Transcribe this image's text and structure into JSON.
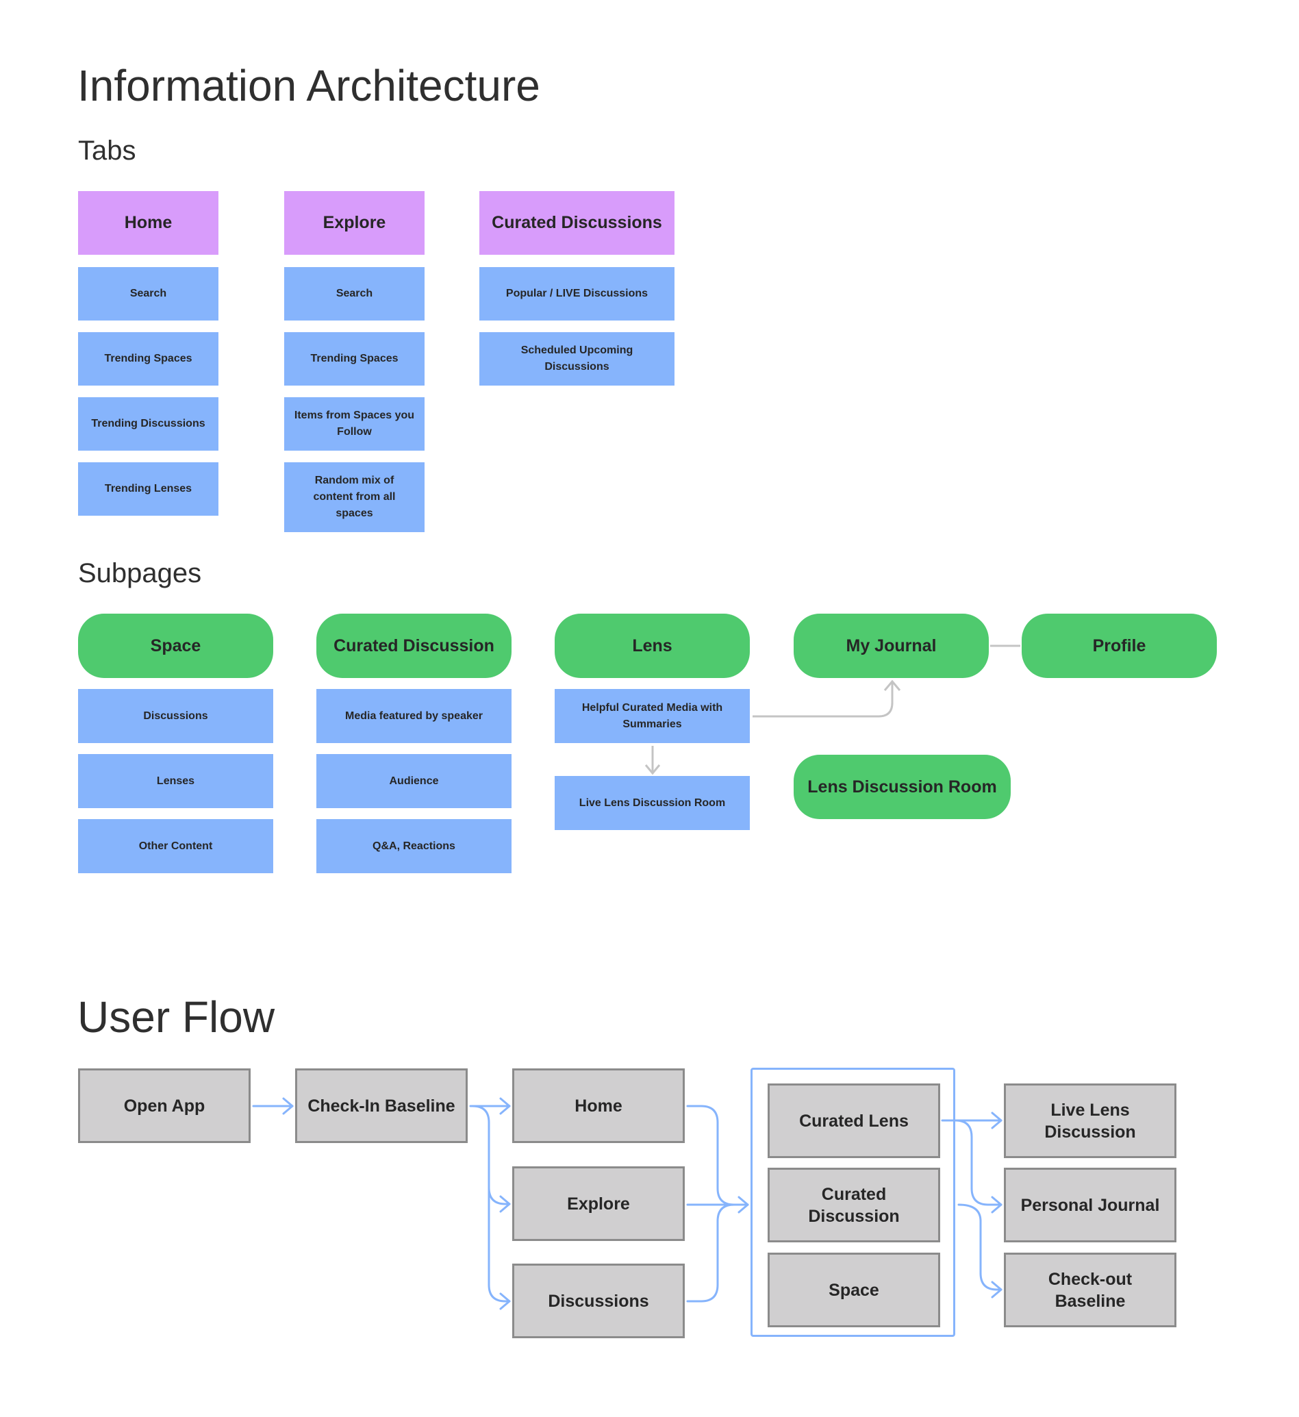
{
  "info_architecture": {
    "title": "Information Architecture",
    "tabs_heading": "Tabs",
    "tabs": [
      {
        "label": "Home",
        "items": [
          "Search",
          "Trending Spaces",
          "Trending Discussions",
          "Trending Lenses"
        ]
      },
      {
        "label": "Explore",
        "items": [
          "Search",
          "Trending Spaces",
          "Items from Spaces you Follow",
          "Random mix of content from all spaces"
        ]
      },
      {
        "label": "Curated Discussions",
        "items": [
          "Popular / LIVE Discussions",
          "Scheduled Upcoming Discussions"
        ]
      }
    ],
    "subpages_heading": "Subpages",
    "subpages": [
      {
        "label": "Space",
        "items": [
          "Discussions",
          "Lenses",
          "Other Content"
        ]
      },
      {
        "label": "Curated Discussion",
        "items": [
          "Media featured by speaker",
          "Audience",
          "Q&A, Reactions"
        ]
      },
      {
        "label": "Lens",
        "items": [
          "Helpful Curated Media with Summaries",
          "Live Lens Discussion Room"
        ]
      },
      {
        "label": "My Journal"
      },
      {
        "label": "Profile"
      },
      {
        "label": "Lens Discussion Room"
      }
    ]
  },
  "user_flow": {
    "title": "User Flow",
    "nodes": {
      "open_app": "Open App",
      "check_in": "Check-In Baseline",
      "home": "Home",
      "explore": "Explore",
      "discussions": "Discussions",
      "curated_lens": "Curated Lens",
      "curated_discussion": "Curated Discussion",
      "space": "Space",
      "live_lens": "Live Lens Discussion",
      "personal_journal": "Personal Journal",
      "check_out": "Check-out Baseline"
    }
  },
  "colors": {
    "tab": "#d89cfb",
    "item": "#86b4fc",
    "subpage": "#4fca6e",
    "flow_node": "#d0cfd0",
    "flow_arrow": "#86b4fc",
    "connector": "#c4c4c4"
  }
}
